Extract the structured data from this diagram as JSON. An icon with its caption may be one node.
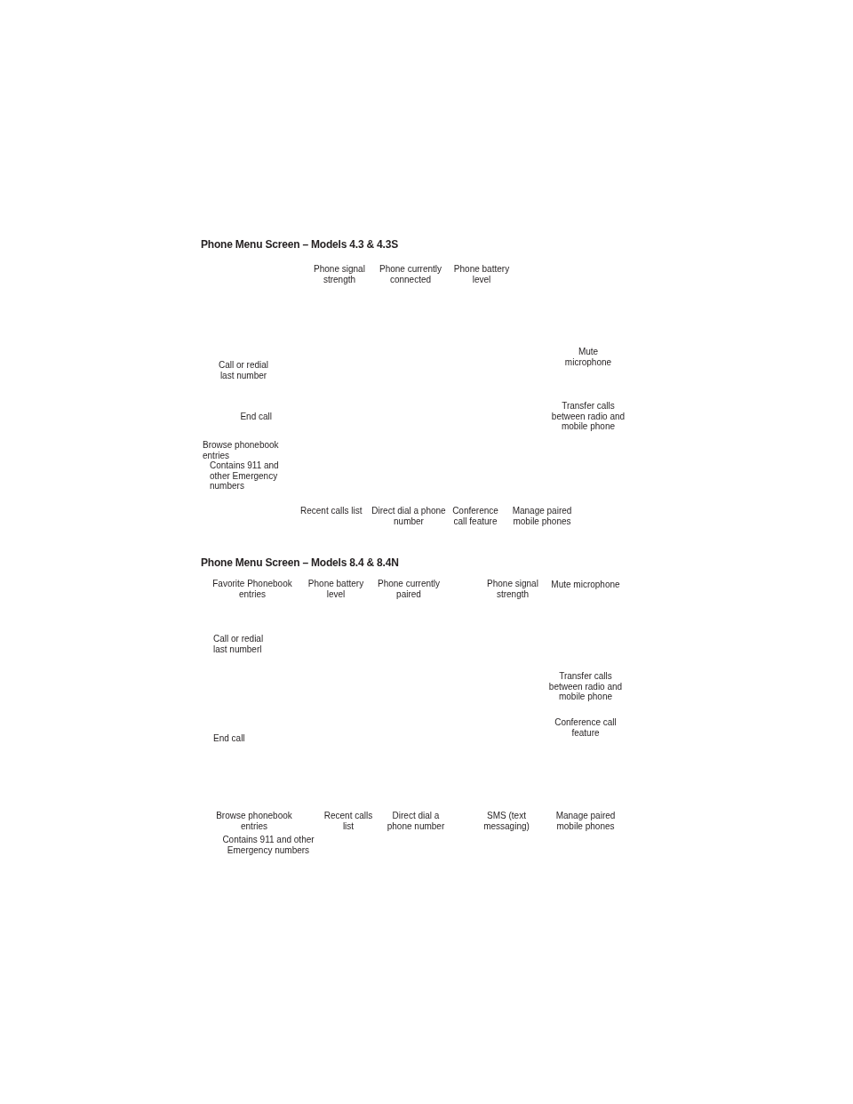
{
  "diagram": {
    "labels": [
      "Phone Menu Screen – Models 4.3 & 4.3S",
      "Phone signal strength",
      "Phone currently connected",
      "Phone battery level",
      "Mute microphone",
      "Call or redial last number",
      "End call",
      "Transfer calls between radio and mobile phone",
      "Browse phonebook entries",
      "Contains 911 and other Emergency numbers",
      "Recent calls list",
      "Direct dial a phone number",
      "Conference call feature",
      "Manage paired mobile phones",
      "Phone Menu Screen – Models 8.4 & 8.4N",
      "Favorite Phonebook entries",
      "Phone battery level",
      "Phone currently paired",
      "Phone signal strength",
      "Mute microphone",
      "Call or redial last numberl",
      "Transfer calls between radio and mobile phone",
      "Conference call feature",
      "End call",
      "Browse phonebook entries",
      "Recent calls list",
      "Direct dial a phone number",
      "SMS (text messaging)",
      "Manage paired mobile phones",
      "Contains 911 and other Emergency numbers"
    ]
  }
}
